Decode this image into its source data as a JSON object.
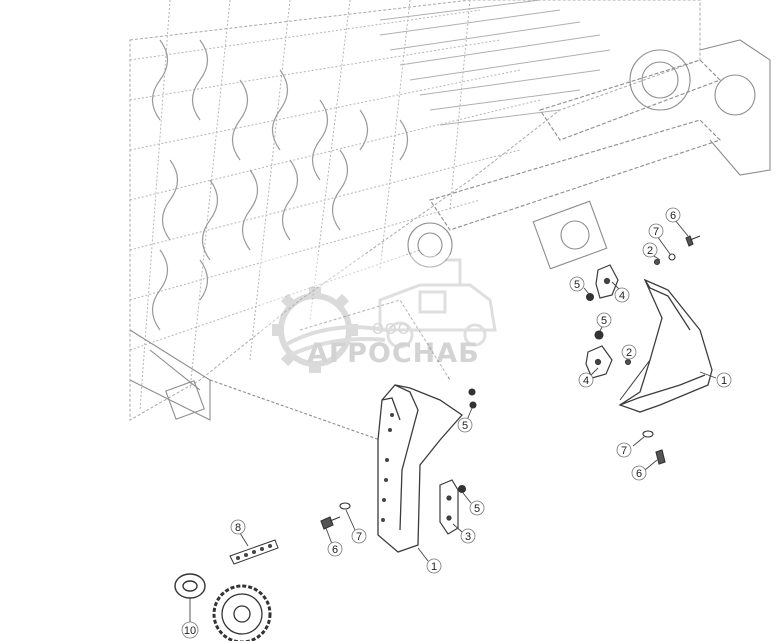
{
  "watermark": {
    "small": "ООО",
    "big": "АГРОСНАБ"
  },
  "callouts": [
    {
      "id": "c-6-top",
      "text": "6"
    },
    {
      "id": "c-7-top",
      "text": "7"
    },
    {
      "id": "c-2-top",
      "text": "2"
    },
    {
      "id": "c-5-top",
      "text": "5"
    },
    {
      "id": "c-4-top",
      "text": "4"
    },
    {
      "id": "c-5-mid",
      "text": "5"
    },
    {
      "id": "c-2-mid",
      "text": "2"
    },
    {
      "id": "c-4-mid",
      "text": "4"
    },
    {
      "id": "c-1-right",
      "text": "1"
    },
    {
      "id": "c-7-right",
      "text": "7"
    },
    {
      "id": "c-6-right",
      "text": "6"
    },
    {
      "id": "c-5-center",
      "text": "5"
    },
    {
      "id": "c-5-bracket",
      "text": "5"
    },
    {
      "id": "c-3",
      "text": "3"
    },
    {
      "id": "c-1-center",
      "text": "1"
    },
    {
      "id": "c-7-center",
      "text": "7"
    },
    {
      "id": "c-6-center",
      "text": "6"
    },
    {
      "id": "c-8",
      "text": "8"
    },
    {
      "id": "c-10",
      "text": "10"
    }
  ],
  "colors": {
    "line": "#444444",
    "faint": "#9a9a9a",
    "watermark": "#c9c9c9",
    "background": "#ffffff"
  }
}
